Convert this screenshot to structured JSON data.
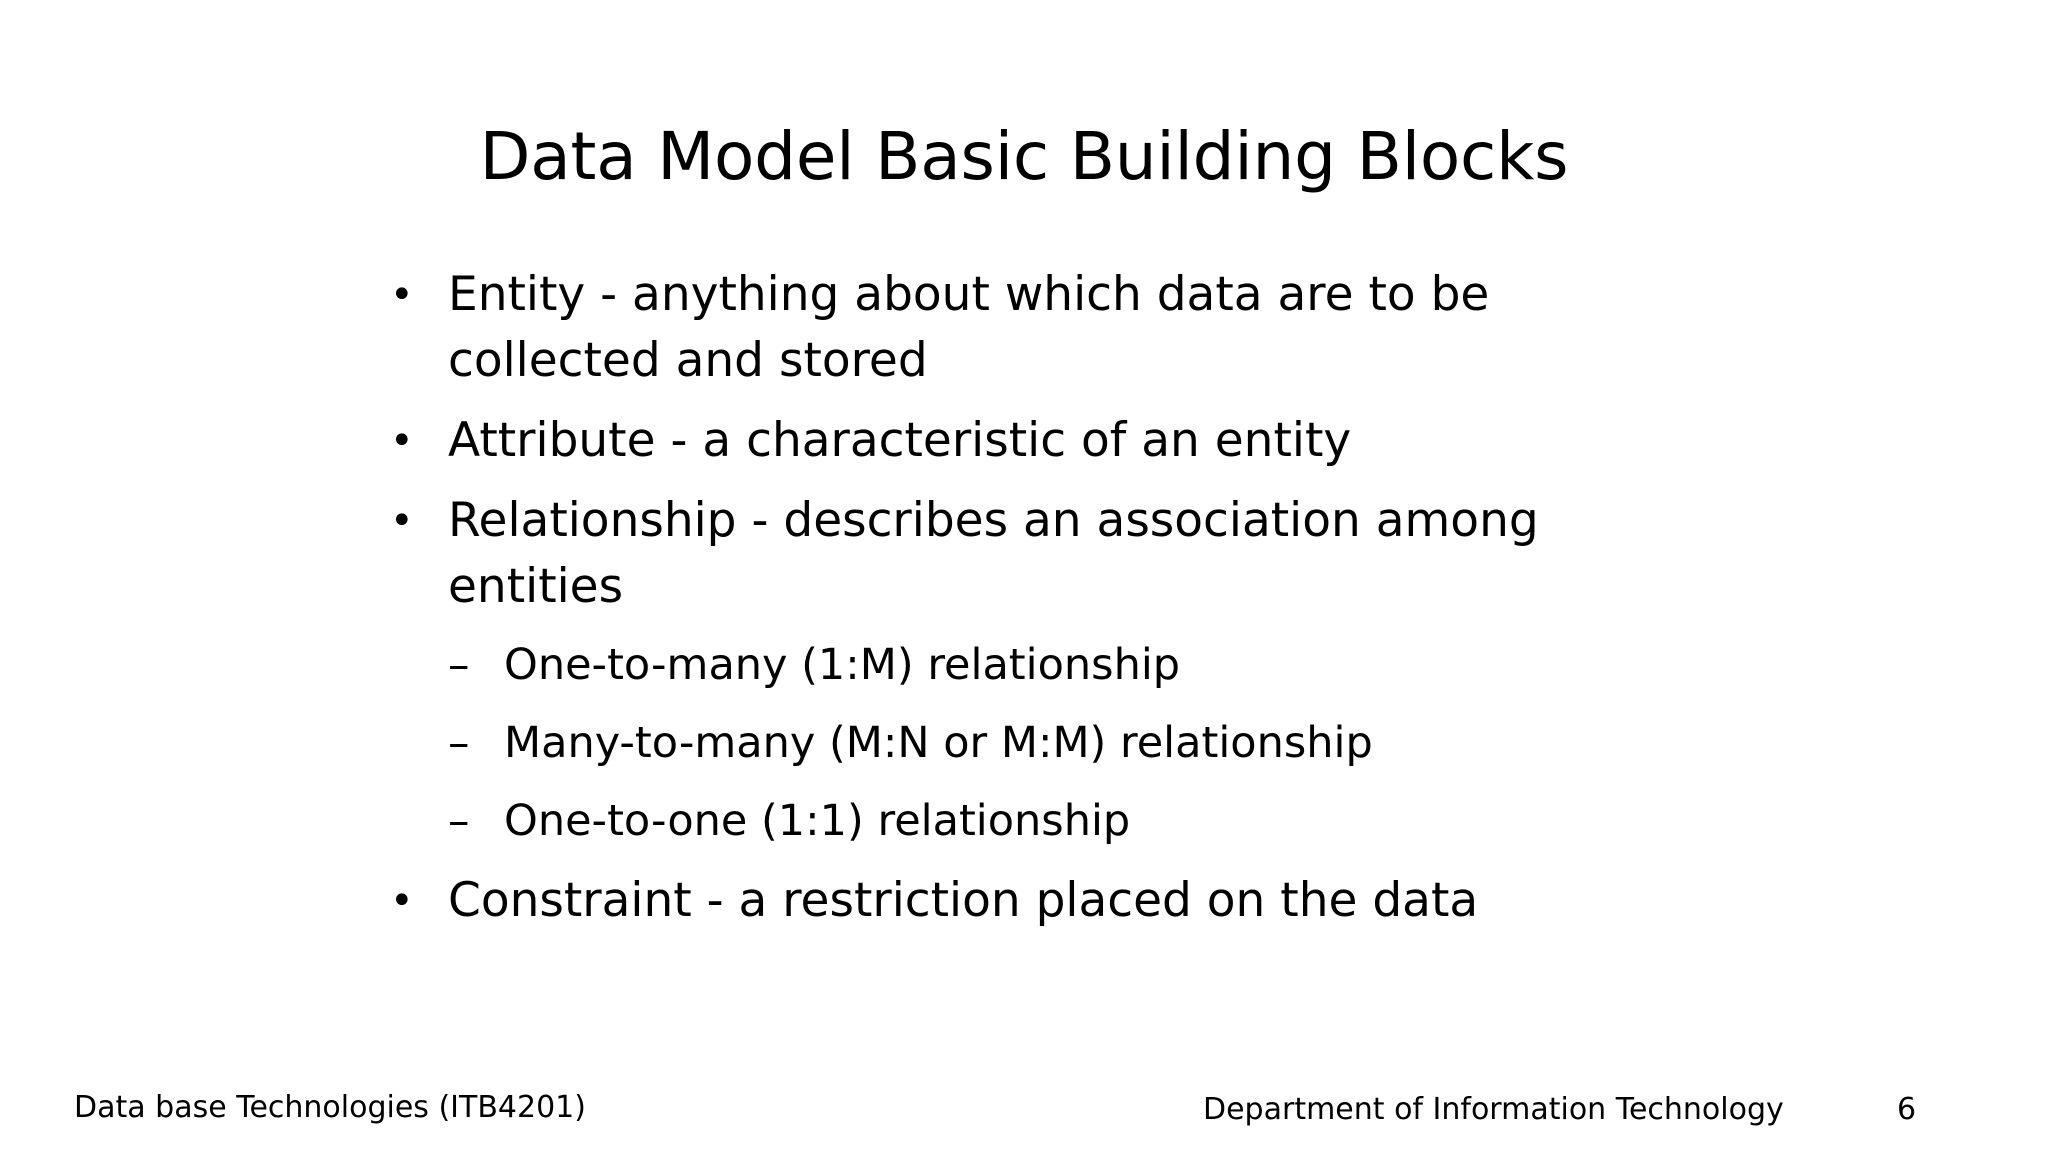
{
  "slide": {
    "title": "Data Model Basic Building Blocks",
    "background_color": "#ffffff",
    "text_color": "#000000",
    "bullet_marker": "•",
    "sub_bullet_marker": "–",
    "content": [
      {
        "level": 1,
        "text": "Entity - anything about which data are to be collected and stored"
      },
      {
        "level": 1,
        "text": "Attribute - a characteristic of an entity"
      },
      {
        "level": 1,
        "text": "Relationship - describes an association among entities"
      },
      {
        "level": 2,
        "text": "One-to-many (1:M) relationship"
      },
      {
        "level": 2,
        "text": "Many-to-many (M:N or M:M) relationship"
      },
      {
        "level": 2,
        "text": "One-to-one (1:1) relationship"
      },
      {
        "level": 1,
        "text": "Constraint - a restriction placed on the data"
      }
    ],
    "footer": {
      "course": "Data base Technologies (ITB4201)",
      "department": "Department of Information Technology",
      "slide_number": "6"
    }
  }
}
